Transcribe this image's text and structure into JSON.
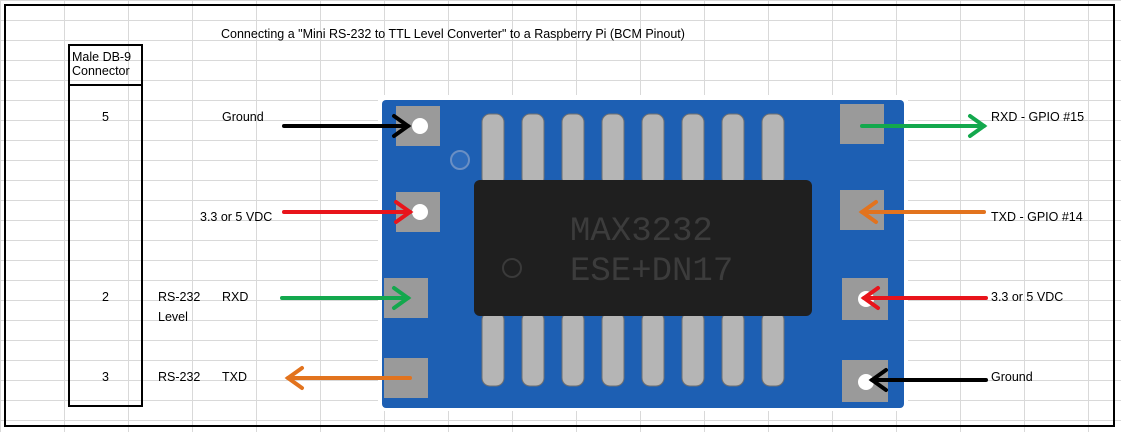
{
  "title": "Connecting a \"Mini RS-232 to TTL Level Converter\" to a Raspberry Pi (BCM Pinout)",
  "connector_header": {
    "line1": "Male DB-9",
    "line2": "Connector"
  },
  "db9_pins": [
    "5",
    "2",
    "3"
  ],
  "left_labels": {
    "ground": "Ground",
    "vcc": "3.3 or 5 VDC",
    "rs232_rxd_level": "RS-232",
    "rs232_rxd_level2": "Level",
    "rxd": "RXD",
    "rs232_txd_level": "RS-232",
    "txd": "TXD"
  },
  "right_labels": {
    "rxd_gpio": "RXD - GPIO  #15",
    "txd_gpio": "TXD - GPIO #14",
    "vcc": "3.3 or 5 VDC",
    "ground": "Ground"
  },
  "chip_text": {
    "line1": "MAX3232",
    "line2": "ESE+DN17"
  },
  "colors": {
    "black_arrow": "#000000",
    "red_arrow": "#e8141b",
    "green_arrow": "#13a84d",
    "orange_arrow": "#e2731e",
    "pcb": "#1d5fb3",
    "chip": "#1f1f1f"
  }
}
